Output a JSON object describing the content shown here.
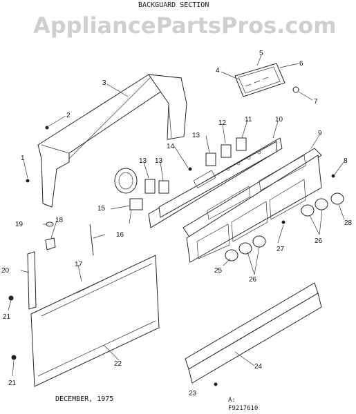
{
  "header": {
    "title": "BACKGUARD SECTION"
  },
  "watermark": {
    "text": "AppliancePartsPros.com"
  },
  "footer": {
    "date": "DECEMBER, 1975",
    "ref_line1": "A:",
    "ref_line2": "F9217610"
  },
  "callouts": {
    "c1": "1",
    "c2": "2",
    "c3": "3",
    "c4": "4",
    "c5": "5",
    "c6": "6",
    "c7": "7",
    "c8": "8",
    "c9": "9",
    "c10": "10",
    "c11": "11",
    "c12": "12",
    "c13a": "13",
    "c13b": "13",
    "c13c": "13",
    "c14": "14",
    "c15": "15",
    "c16": "16",
    "c17": "17",
    "c18": "18",
    "c19": "19",
    "c20": "20",
    "c21a": "21",
    "c21b": "21",
    "c22": "22",
    "c23": "23",
    "c24": "24",
    "c25": "25",
    "c26a": "26",
    "c26b": "26",
    "c27": "27",
    "c28": "28"
  }
}
